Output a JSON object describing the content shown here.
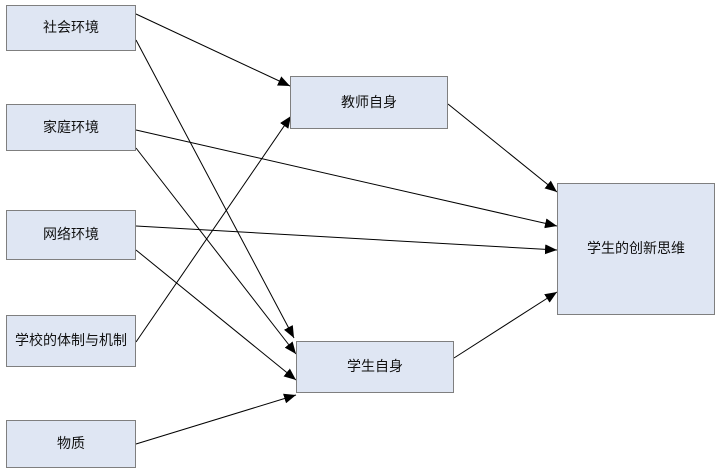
{
  "nodes": {
    "social": "社会环境",
    "family": "家庭环境",
    "network": "网络环境",
    "school": "学校的体制与机制",
    "matter": "物质",
    "teacher": "教师自身",
    "student": "学生自身",
    "target": "学生的创新思维"
  },
  "edges": [
    {
      "from": "social",
      "to": "teacher"
    },
    {
      "from": "social",
      "to": "student"
    },
    {
      "from": "family",
      "to": "target"
    },
    {
      "from": "family",
      "to": "student"
    },
    {
      "from": "network",
      "to": "target"
    },
    {
      "from": "network",
      "to": "student"
    },
    {
      "from": "school",
      "to": "teacher"
    },
    {
      "from": "matter",
      "to": "student"
    },
    {
      "from": "teacher",
      "to": "target"
    },
    {
      "from": "student",
      "to": "target"
    }
  ],
  "colors": {
    "node_fill": "#dfe6f3",
    "node_border": "#7f7f7f",
    "edge": "#000000"
  }
}
